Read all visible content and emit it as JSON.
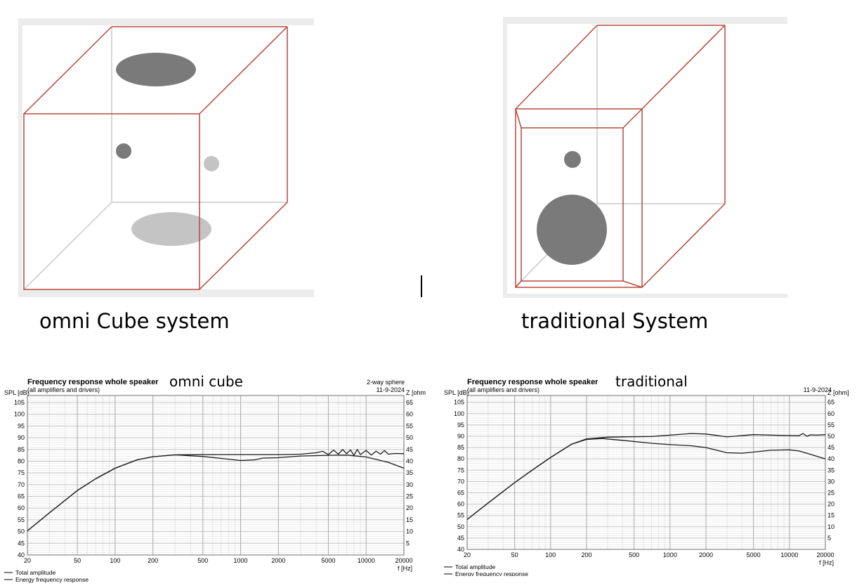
{
  "captions": {
    "omni": "omni Cube system",
    "traditional": "traditional System"
  },
  "chart_overlays": {
    "omni": "omni cube",
    "traditional": "traditional"
  },
  "colors": {
    "edge": "#b5493a",
    "hidden_edge": "#c9c9c9",
    "driver_dark": "#7a7a7a",
    "driver_light": "#c4c4c4",
    "curve": "#1a1a1a"
  },
  "chart_data": [
    {
      "type": "line",
      "title": "Frequency response whole speaker",
      "subtitle": "(all amplifiers and drivers)",
      "note_top": "2-way sphere",
      "date": "11-9-2024",
      "ylabel": "SPL [dB]",
      "y2label": "Z [ohm]",
      "xlabel": "f [Hz]",
      "xscale": "log",
      "xlim": [
        20,
        20000
      ],
      "ylim": [
        40,
        108
      ],
      "y2lim": [
        0,
        68
      ],
      "xticks": [
        20,
        50,
        100,
        200,
        500,
        1000,
        2000,
        5000,
        10000,
        20000
      ],
      "xtick_labels": [
        "20",
        "50",
        "100",
        "200",
        "500",
        "1000",
        "2000",
        "5000",
        "10000",
        "20000"
      ],
      "yticks": [
        40,
        45,
        50,
        55,
        60,
        65,
        70,
        75,
        80,
        85,
        90,
        95,
        100,
        105
      ],
      "y2ticks": [
        5,
        10,
        15,
        20,
        25,
        30,
        35,
        40,
        45,
        50,
        55,
        60,
        65
      ],
      "legend": [
        "Total amplitude",
        "Energy frequency response"
      ],
      "series": [
        {
          "name": "Total amplitude",
          "x": [
            20,
            30,
            50,
            70,
            100,
            150,
            200,
            300,
            500,
            700,
            1000,
            1500,
            2000,
            3000,
            4000,
            4500,
            5000,
            5500,
            6000,
            6500,
            7000,
            7500,
            8000,
            8500,
            9000,
            10000,
            11000,
            12000,
            13000,
            14000,
            15000,
            17000,
            20000
          ],
          "y": [
            50.3,
            58,
            67.5,
            72.5,
            77,
            80.6,
            81.9,
            82.7,
            82.8,
            82.8,
            82.8,
            82.8,
            82.8,
            83,
            83.6,
            84.2,
            82.8,
            84.7,
            83,
            85,
            83.2,
            84.8,
            82.5,
            85,
            82.8,
            84.6,
            82.6,
            84.3,
            83,
            84.5,
            83,
            83.3,
            83.2
          ]
        },
        {
          "name": "Energy frequency response",
          "x": [
            20,
            30,
            50,
            70,
            100,
            150,
            200,
            300,
            500,
            700,
            1000,
            1300,
            1500,
            2000,
            3000,
            5000,
            7000,
            10000,
            15000,
            20000
          ],
          "y": [
            50.3,
            58,
            67.5,
            72.5,
            77,
            80.6,
            81.9,
            82.7,
            82,
            81.2,
            80.3,
            80.6,
            81.3,
            81.5,
            82.2,
            82.5,
            82.6,
            81.8,
            79.5,
            77
          ]
        }
      ]
    },
    {
      "type": "line",
      "title": "Frequency response whole speaker",
      "subtitle": "(all amplifiers and drivers)",
      "date": "11-9-2024",
      "ylabel": "SPL [dB]",
      "y2label": "Z [ohm]",
      "xlabel": "f [Hz]",
      "xscale": "log",
      "xlim": [
        20,
        20000
      ],
      "ylim": [
        40,
        108
      ],
      "y2lim": [
        0,
        68
      ],
      "xticks": [
        20,
        50,
        100,
        200,
        500,
        1000,
        2000,
        5000,
        10000,
        20000
      ],
      "xtick_labels": [
        "20",
        "50",
        "100",
        "200",
        "500",
        "1000",
        "2000",
        "5000",
        "10000",
        "20000"
      ],
      "yticks": [
        40,
        45,
        50,
        55,
        60,
        65,
        70,
        75,
        80,
        85,
        90,
        95,
        100,
        105
      ],
      "y2ticks": [
        5,
        10,
        15,
        20,
        25,
        30,
        35,
        40,
        45,
        50,
        55,
        60,
        65
      ],
      "legend": [
        "Total amplitude",
        "Energy frequency response"
      ],
      "series": [
        {
          "name": "Total amplitude",
          "x": [
            20,
            30,
            50,
            70,
            100,
            150,
            200,
            300,
            500,
            700,
            1000,
            1500,
            2000,
            3000,
            5000,
            7000,
            10000,
            12000,
            13000,
            14000,
            15000,
            17000,
            20000
          ],
          "y": [
            53.2,
            60.5,
            69.5,
            75,
            80.6,
            86.5,
            88.8,
            89.6,
            89.8,
            89.9,
            90.5,
            91.2,
            91,
            89.7,
            90.7,
            90.5,
            90.3,
            90.2,
            91.2,
            90,
            90.6,
            90.5,
            90.7
          ]
        },
        {
          "name": "Energy frequency response",
          "x": [
            20,
            30,
            50,
            70,
            100,
            150,
            200,
            270,
            400,
            700,
            1000,
            1500,
            2000,
            3000,
            4000,
            5000,
            7000,
            10000,
            12000,
            15000,
            20000
          ],
          "y": [
            53.2,
            60.5,
            69.5,
            75,
            80.6,
            86.5,
            88.6,
            89,
            88.2,
            86.9,
            86.3,
            85.8,
            85,
            82.7,
            82.5,
            83,
            83.8,
            84,
            83.5,
            82,
            80
          ]
        }
      ]
    }
  ]
}
